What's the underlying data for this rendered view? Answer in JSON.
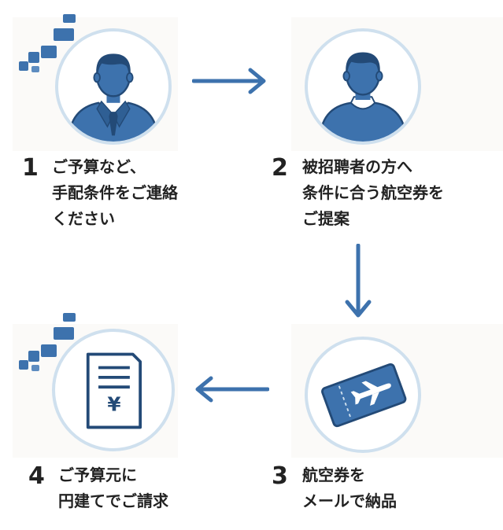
{
  "colors": {
    "accent": "#3d72ad",
    "accent_dark": "#2f5f94",
    "circle_ring": "#cfe0ee",
    "text": "#222222"
  },
  "steps": [
    {
      "number": "1",
      "text": "ご予算など、\n手配条件をご連絡\nください",
      "icon": "businessman-icon"
    },
    {
      "number": "2",
      "text": "被招聘者の方へ\n条件に合う航空券を\nご提案",
      "icon": "person-icon"
    },
    {
      "number": "3",
      "text": "航空券を\nメールで納品",
      "icon": "airline-ticket-icon"
    },
    {
      "number": "4",
      "text": "ご予算元に\n円建てでご請求",
      "icon": "invoice-yen-icon"
    }
  ],
  "invoice": {
    "currency_symbol": "¥"
  }
}
